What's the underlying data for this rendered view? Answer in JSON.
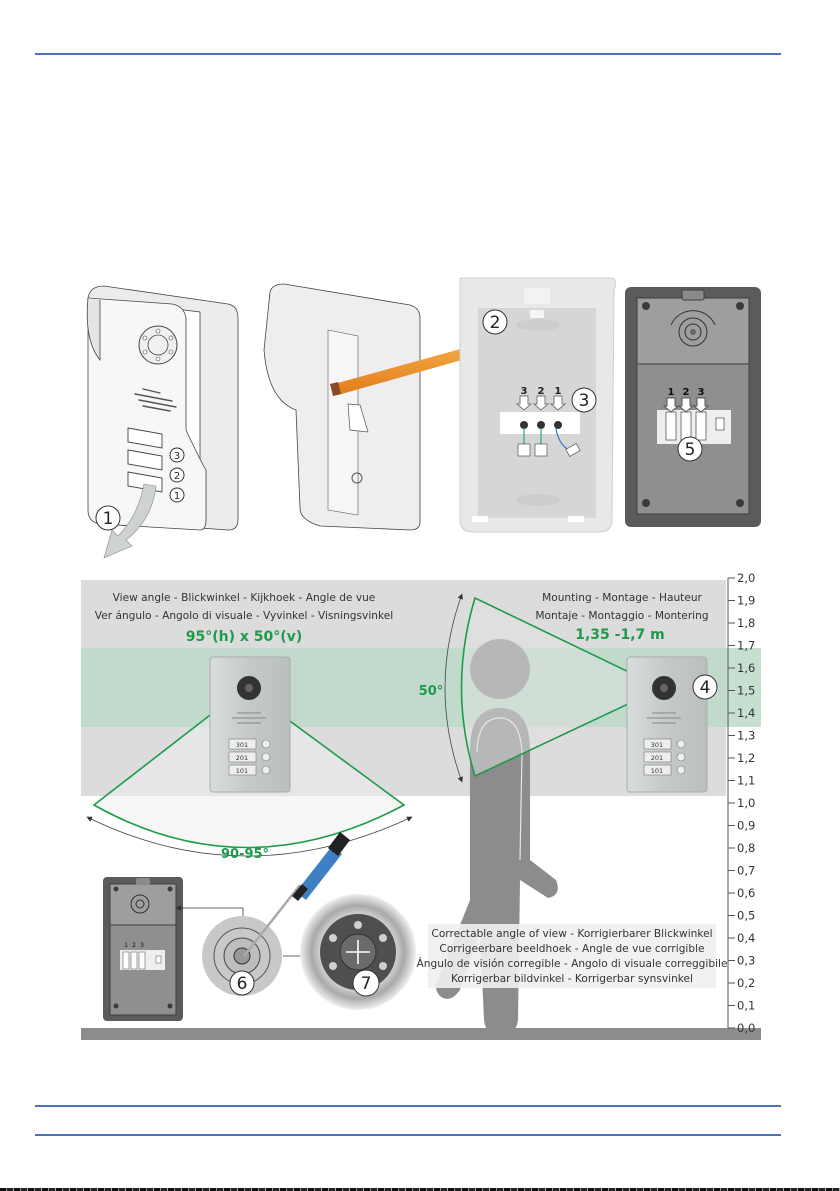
{
  "page": {
    "header_rule_color": "#4a73b8",
    "footer_rule_color": "#4a73b8"
  },
  "installation_steps": {
    "callouts": [
      "1",
      "2",
      "3",
      "4",
      "5",
      "6",
      "7"
    ],
    "button_numbers_front": [
      "3",
      "2",
      "1"
    ],
    "wire_labels_bracket": [
      "3",
      "2",
      "1"
    ],
    "wire_labels_panel": [
      "1",
      "2",
      "3"
    ],
    "wire_labels_back_small": [
      "1",
      "2",
      "3"
    ]
  },
  "view_angle": {
    "caption_line1": "View angle - Blickwinkel - Kijkhoek - Angle de vue",
    "caption_line2": "Ver ángulo - Angolo di visuale - Vyvinkel - Visningsvinkel",
    "value": "95°(h) x 50°(v)",
    "horizontal_label": "90-95°",
    "vertical_label": "50°"
  },
  "mounting": {
    "caption_line1": "Mounting - Montage - Hauteur",
    "caption_line2": "Montaje - Montaggio - Montering",
    "value": "1,35 -1,7 m"
  },
  "panel_labels": [
    "301",
    "201",
    "101"
  ],
  "correctable": {
    "line1": "Correctable angle of view - Korrigierbarer Blickwinkel",
    "line2": "Corrigeerbare beeldhoek - Angle de vue corrigible",
    "line3": "Ángulo de visión corregible - Angolo di visuale correggibile",
    "line4": "Korrigerbar bildvinkel - Korrigerbar synsvinkel"
  },
  "height_scale": {
    "unit": "m",
    "range": [
      0.0,
      2.0
    ],
    "highlight_range": [
      1.35,
      1.7
    ],
    "ticks": [
      "2,0",
      "1,9",
      "1,8",
      "1,7",
      "1,6",
      "1,5",
      "1,4",
      "1,3",
      "1,2",
      "1,1",
      "1,0",
      "0,9",
      "0,8",
      "0,7",
      "0,6",
      "0,5",
      "0,4",
      "0,3",
      "0,2",
      "0,1",
      "0,0"
    ]
  },
  "colors": {
    "accent_green": "#1e9a4b",
    "highlight_band": "#bcd9c8",
    "gray_zone": "#dcdcdc",
    "pencil_orange": "#f0952a",
    "screwdriver_blue": "#3f7fc4",
    "device_dark": "#5b5b5b",
    "floor": "#8c8c8c"
  }
}
